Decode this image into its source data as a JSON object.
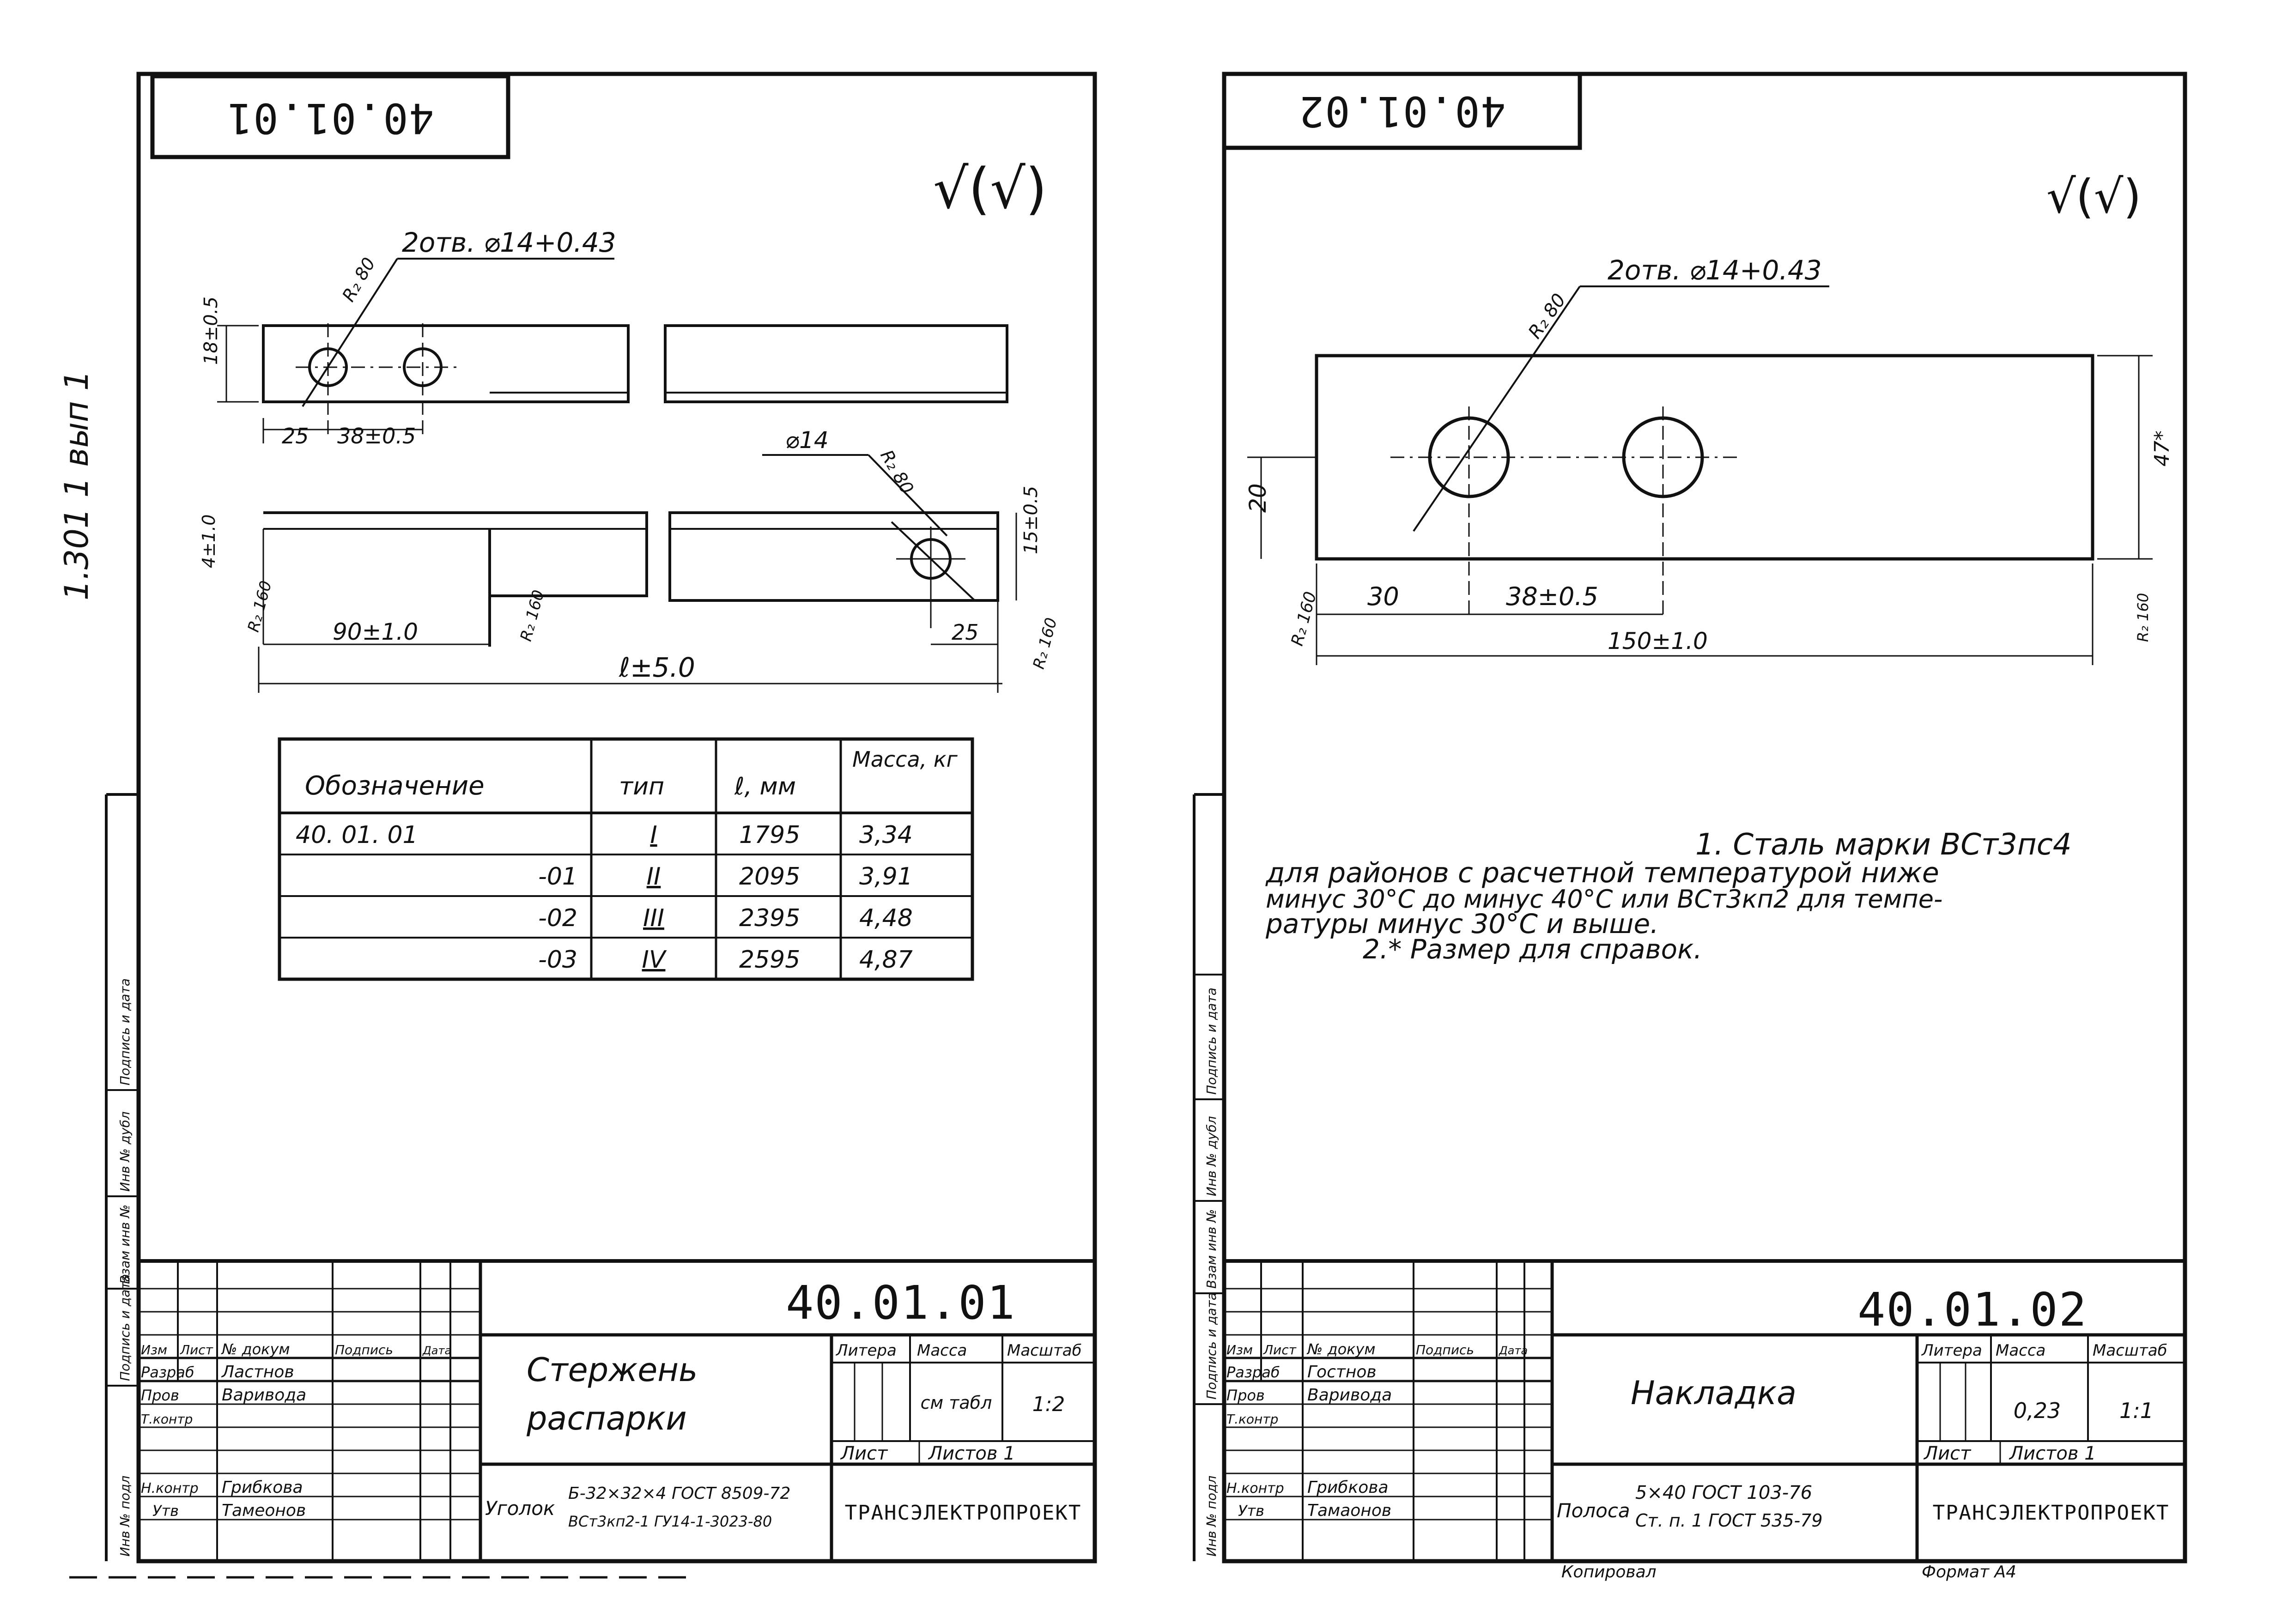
{
  "sheet1": {
    "rotated_code": "40.01.01",
    "roughness": "√(√)",
    "hole_note": "2отв. ⌀14+0.43",
    "radius_label": "R₂ 80",
    "dim_thickness": "18±0.5",
    "dim_25": "25",
    "dim_38": "38±0.5",
    "hole_single": "⌀14",
    "dim_4": "4±1.0",
    "dim_15": "15±0.5",
    "dim_90": "90±1.0",
    "dim_25b": "25",
    "dim_l": "ℓ±5.0",
    "radius_160": "R₂ 160",
    "table": {
      "headers": [
        "Обозначение",
        "тип",
        "ℓ, мм",
        "Масса, кг"
      ],
      "rows": [
        [
          "40. 01. 01",
          "I",
          "1795",
          "3,34"
        ],
        [
          "-01",
          "II",
          "2095",
          "3,91"
        ],
        [
          "-02",
          "III",
          "2395",
          "4,48"
        ],
        [
          "-03",
          "IV",
          "2595",
          "4,87"
        ]
      ]
    },
    "side_text": "1.301 1 вып 1",
    "title_block": {
      "code": "40.01.01",
      "name_line1": "Стержень",
      "name_line2": "распарки",
      "litera": "Литера",
      "massa": "Масса",
      "masshtab": "Масштаб",
      "massa_value": "см табл",
      "masshtab_value": "1:2",
      "list": "Лист",
      "listov": "Листов 1",
      "material_prefix": "Уголок",
      "material_line1": "Б-32×32×4 ГОСТ 8509-72",
      "material_line2": "ВСт3кп2-1 ГУ14-1-3023-80",
      "company": "ТРАНСЭЛЕКТРОПРОЕКТ",
      "header_cells": [
        "Изм",
        "Лист",
        "№ докум",
        "Подпись",
        "Дата"
      ],
      "roles": [
        [
          "Разраб",
          "Ластнов"
        ],
        [
          "Пров",
          "Варивода"
        ],
        [
          "Т.контр",
          ""
        ],
        [
          "",
          ""
        ],
        [
          "Н.контр",
          "Грибкова"
        ],
        [
          "Утв",
          "Тамеонов"
        ]
      ]
    },
    "left_strip": [
      "Инв № подл",
      "Подпись и дата",
      "Взам инв №",
      "Инв № дубл",
      "Подпись и дата"
    ]
  },
  "sheet2": {
    "rotated_code": "40.01.02",
    "roughness": "√(√)",
    "hole_note": "2отв. ⌀14+0.43",
    "radius_label": "R₂ 80",
    "dim_20": "20",
    "dim_30": "30",
    "dim_38": "38±0.5",
    "dim_150": "150±1.0",
    "dim_47": "47*",
    "radius_160": "R₂ 160",
    "notes": [
      "1. Сталь марки ВСт3пс4",
      "для районов с расчетной температурой ниже",
      "минус 30°С до минус 40°С или ВСт3кп2 для темпе-",
      "ратуры минус 30°С и выше.",
      "2.* Размер для справок."
    ],
    "title_block": {
      "code": "40.01.02",
      "name": "Накладка",
      "litera": "Литера",
      "massa": "Масса",
      "masshtab": "Масштаб",
      "massa_value": "0,23",
      "masshtab_value": "1:1",
      "list": "Лист",
      "listov": "Листов 1",
      "material_prefix": "Полоса",
      "material_line1": "5×40 ГОСТ 103-76",
      "material_line2": "Ст. п. 1 ГОСТ 535-79",
      "company": "ТРАНСЭЛЕКТРОПРОЕКТ",
      "header_cells": [
        "Изм",
        "Лист",
        "№ докум",
        "Подпись",
        "Дата"
      ],
      "roles": [
        [
          "Разраб",
          "Гостнов"
        ],
        [
          "Пров",
          "Варивода"
        ],
        [
          "Т.контр",
          ""
        ],
        [
          "",
          ""
        ],
        [
          "Н.контр",
          "Грибкова"
        ],
        [
          "Утв",
          "Тамаонов"
        ]
      ]
    },
    "left_strip": [
      "Инв № подл",
      "Подпись и дата",
      "Взам инв №",
      "Инв № дубл",
      "Подпись и дата"
    ],
    "footer_left": "Копировал",
    "footer_right": "Формат А4"
  },
  "colors": {
    "ink": "#111111",
    "paper": "#ffffff"
  }
}
